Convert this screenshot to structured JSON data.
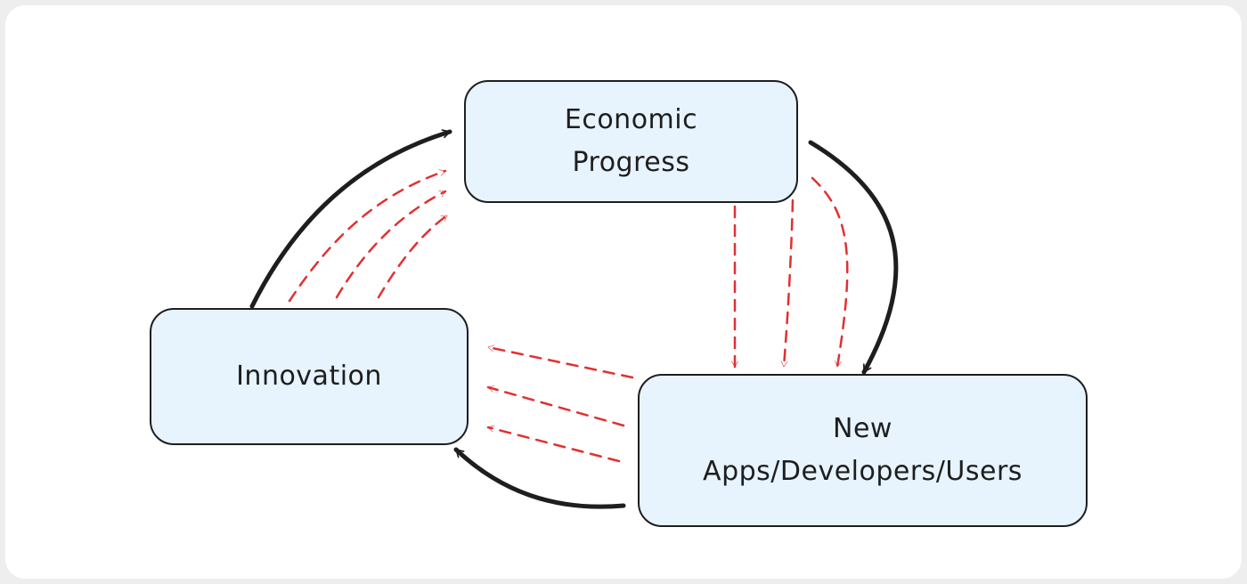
{
  "diagram": {
    "nodes": [
      {
        "id": "economic",
        "label_line1": "Economic",
        "label_line2": "Progress"
      },
      {
        "id": "innovation",
        "label": "Innovation"
      },
      {
        "id": "new",
        "label_line1": "New",
        "label_line2": "Apps/Developers/Users"
      }
    ],
    "edges": [
      {
        "from": "Innovation",
        "to": "Economic Progress",
        "style": "solid"
      },
      {
        "from": "Economic Progress",
        "to": "New Apps/Developers/Users",
        "style": "solid"
      },
      {
        "from": "New Apps/Developers/Users",
        "to": "Innovation",
        "style": "solid"
      },
      {
        "from": "Innovation",
        "to": "Economic Progress",
        "style": "dashed",
        "count": 3
      },
      {
        "from": "Economic Progress",
        "to": "New Apps/Developers/Users",
        "style": "dashed",
        "count": 3
      },
      {
        "from": "New Apps/Developers/Users",
        "to": "Innovation",
        "style": "dashed",
        "count": 3
      }
    ],
    "colors": {
      "box_fill": "#e7f3fd",
      "stroke": "#1e1e1e",
      "dashed": "#e03131"
    }
  }
}
